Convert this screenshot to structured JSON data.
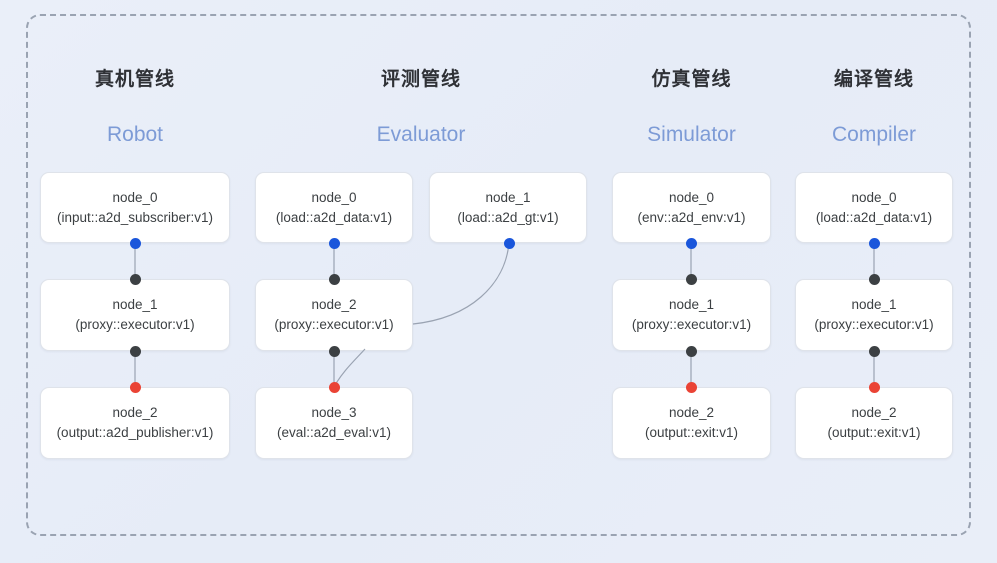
{
  "diagram": {
    "title_visible": false,
    "background_color": "#e9eef8",
    "frame_border_color": "#9aa3b2",
    "port_colors": {
      "output": "#1a56db",
      "intermediate": "#3c4043",
      "terminal": "#ea4335"
    },
    "columns": [
      {
        "id": "robot",
        "cn_title": "真机管线",
        "en_title": "Robot",
        "nodes": [
          {
            "name": "node_0",
            "type": "(input::a2d_subscriber:v1)"
          },
          {
            "name": "node_1",
            "type": "(proxy::executor:v1)"
          },
          {
            "name": "node_2",
            "type": "(output::a2d_publisher:v1)"
          }
        ]
      },
      {
        "id": "evaluator",
        "cn_title": "评测管线",
        "en_title": "Evaluator",
        "nodes": [
          {
            "name": "node_0",
            "type": "(load::a2d_data:v1)"
          },
          {
            "name": "node_1",
            "type": "(load::a2d_gt:v1)"
          },
          {
            "name": "node_2",
            "type": "(proxy::executor:v1)"
          },
          {
            "name": "node_3",
            "type": "(eval::a2d_eval:v1)"
          }
        ]
      },
      {
        "id": "simulator",
        "cn_title": "仿真管线",
        "en_title": "Simulator",
        "nodes": [
          {
            "name": "node_0",
            "type": "(env::a2d_env:v1)"
          },
          {
            "name": "node_1",
            "type": "(proxy::executor:v1)"
          },
          {
            "name": "node_2",
            "type": "(output::exit:v1)"
          }
        ]
      },
      {
        "id": "compiler",
        "cn_title": "编译管线",
        "en_title": "Compiler",
        "nodes": [
          {
            "name": "node_0",
            "type": "(load::a2d_data:v1)"
          },
          {
            "name": "node_1",
            "type": "(proxy::executor:v1)"
          },
          {
            "name": "node_2",
            "type": "(output::exit:v1)"
          }
        ]
      }
    ]
  }
}
